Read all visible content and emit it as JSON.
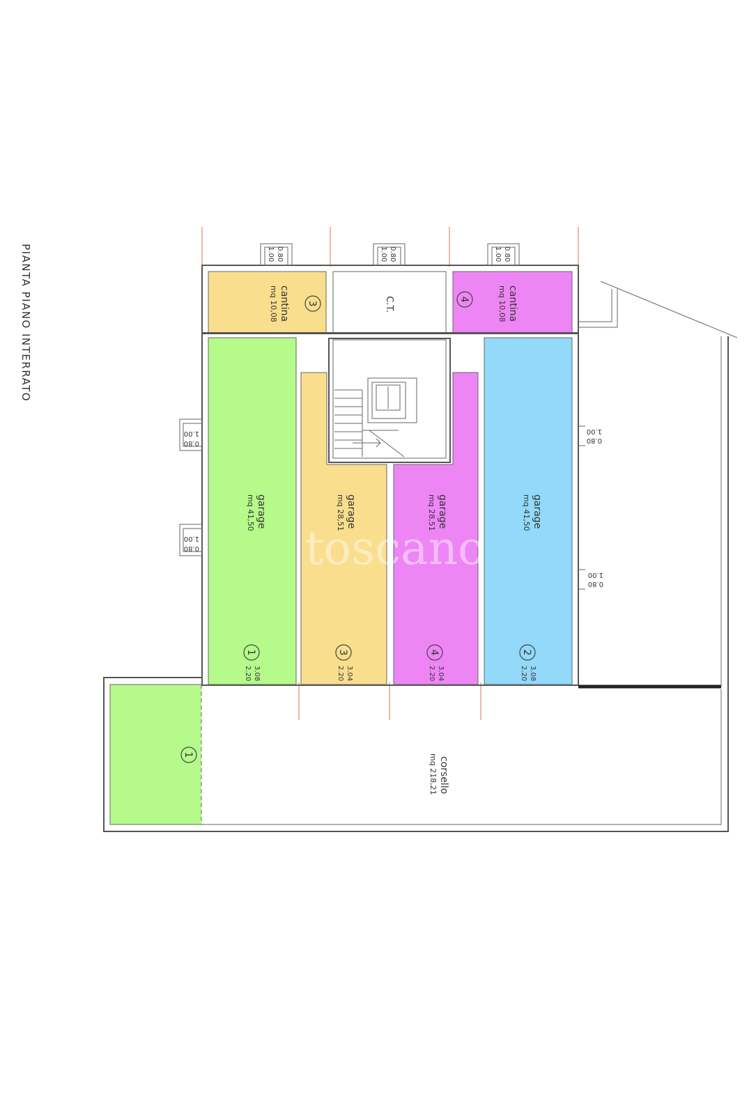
{
  "title": "PIANTA PIANO INTERRATO",
  "watermark": "toscano",
  "colors": {
    "green": "#b5fa8a",
    "yellow": "#f9de8e",
    "magenta": "#ee85f5",
    "blue": "#93d9f9"
  },
  "rooms": {
    "cantina3": {
      "name": "cantina",
      "area": "mq 10,08",
      "number": "3"
    },
    "ct": {
      "name": "C.T."
    },
    "cantina4": {
      "name": "cantina",
      "area": "mq 10,08",
      "number": "4"
    },
    "garage1": {
      "name": "garage",
      "area": "mq 41,50",
      "number": "1",
      "dim_a": "3.08",
      "dim_b": "2.20"
    },
    "garage3": {
      "name": "garage",
      "area": "mq 28,51",
      "number": "3",
      "dim_a": "3.04",
      "dim_b": "2.20"
    },
    "garage4": {
      "name": "garage",
      "area": "mq 28,51",
      "number": "4",
      "dim_a": "3.04",
      "dim_b": "2.20"
    },
    "garage2": {
      "name": "garage",
      "area": "mq 41,50",
      "number": "2",
      "dim_a": "3.08",
      "dim_b": "2.20"
    },
    "corsello": {
      "name": "corsello",
      "area": "mq 218,21"
    },
    "parking1": {
      "number": "1"
    }
  },
  "windows": {
    "top_left": {
      "a": "0.80",
      "b": "1.00"
    },
    "top_mid": {
      "a": "0.80",
      "b": "1.00"
    },
    "top_right": {
      "a": "0.80",
      "b": "1.00"
    },
    "left_upper": {
      "a": "1.00",
      "b": "0.80"
    },
    "left_lower": {
      "a": "1.00",
      "b": "0.80"
    },
    "right_upper": {
      "a": "1.00",
      "b": "0.80"
    },
    "right_lower": {
      "a": "1.00",
      "b": "0.80"
    }
  }
}
